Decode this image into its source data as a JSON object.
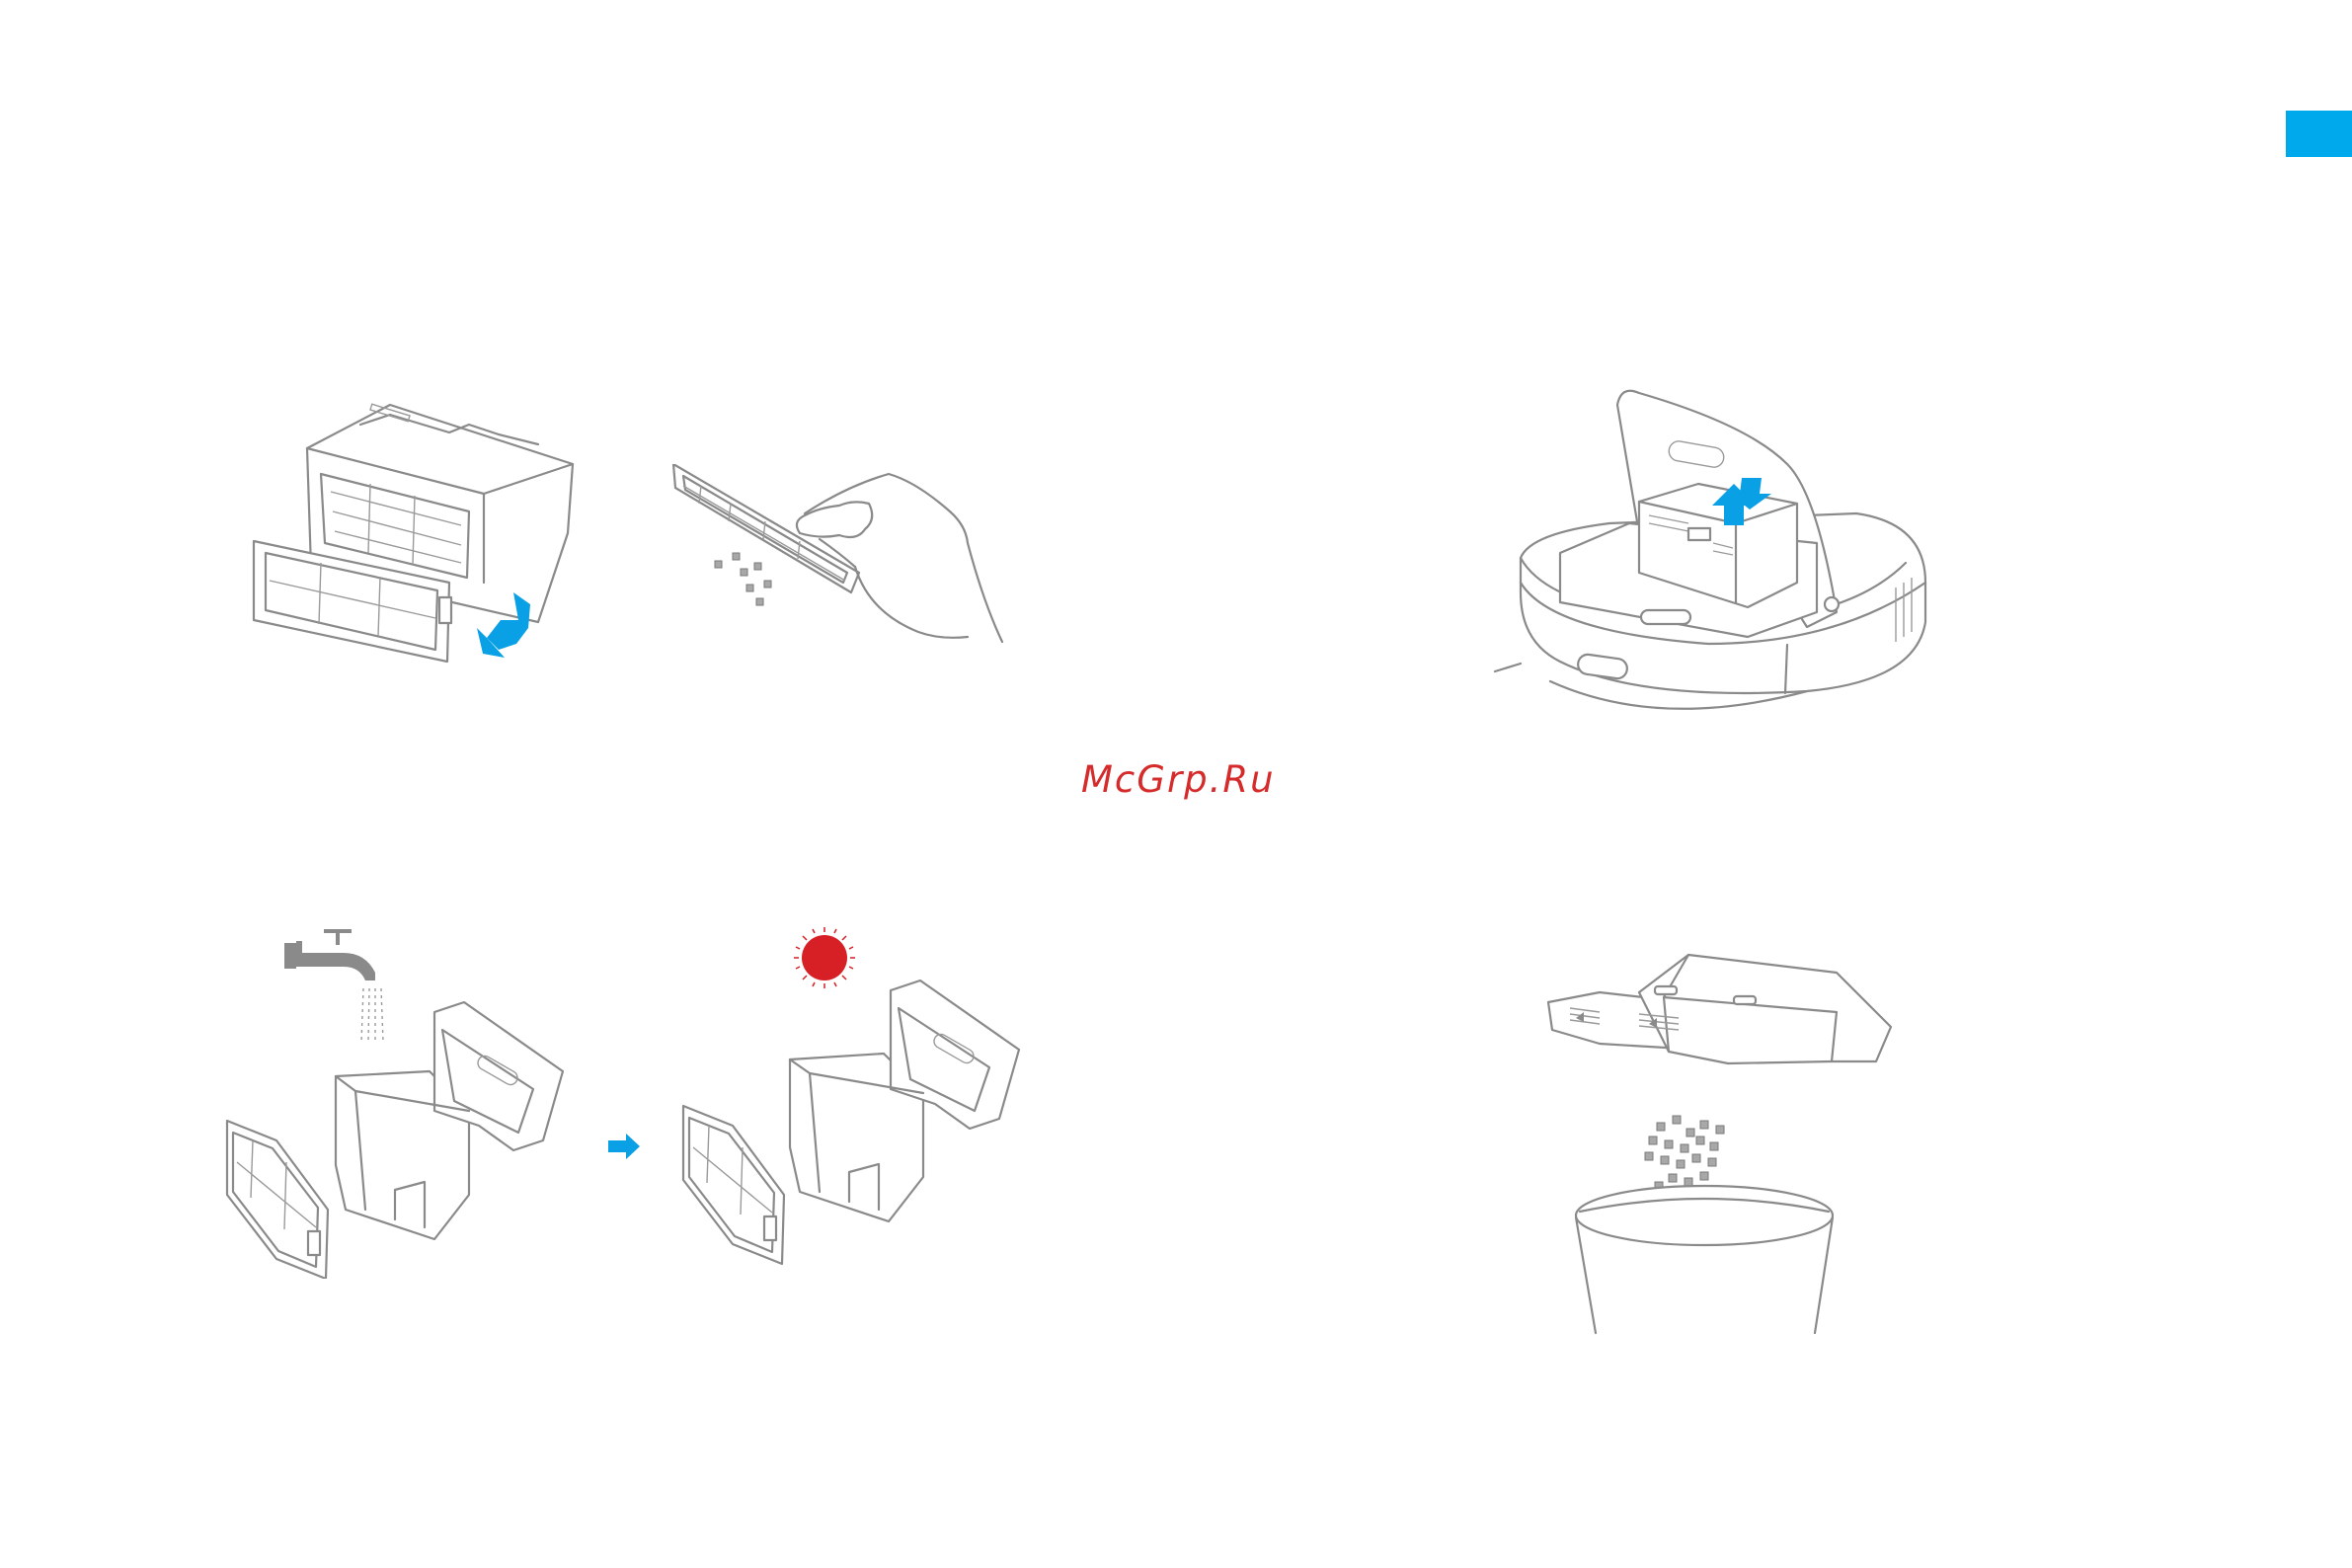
{
  "watermark": "McGrp.Ru",
  "colors": {
    "accent": "#00a9ec",
    "arrow": "#0aa0e6",
    "sun": "#d71f26",
    "line": "#8a8a8a",
    "watermark": "#d62b2b"
  },
  "illustrations": [
    {
      "id": "remove-filter",
      "icon": "filter-removal-icon"
    },
    {
      "id": "tap-filter",
      "icon": "hand-tapping-filter-icon"
    },
    {
      "id": "robot-lid-open",
      "icon": "robot-dustbin-lift-icon"
    },
    {
      "id": "rinse-bin",
      "icon": "water-tap-icon"
    },
    {
      "id": "sun-dry",
      "icon": "sun-icon"
    },
    {
      "id": "empty-dustbin",
      "icon": "trash-can-icon"
    }
  ]
}
